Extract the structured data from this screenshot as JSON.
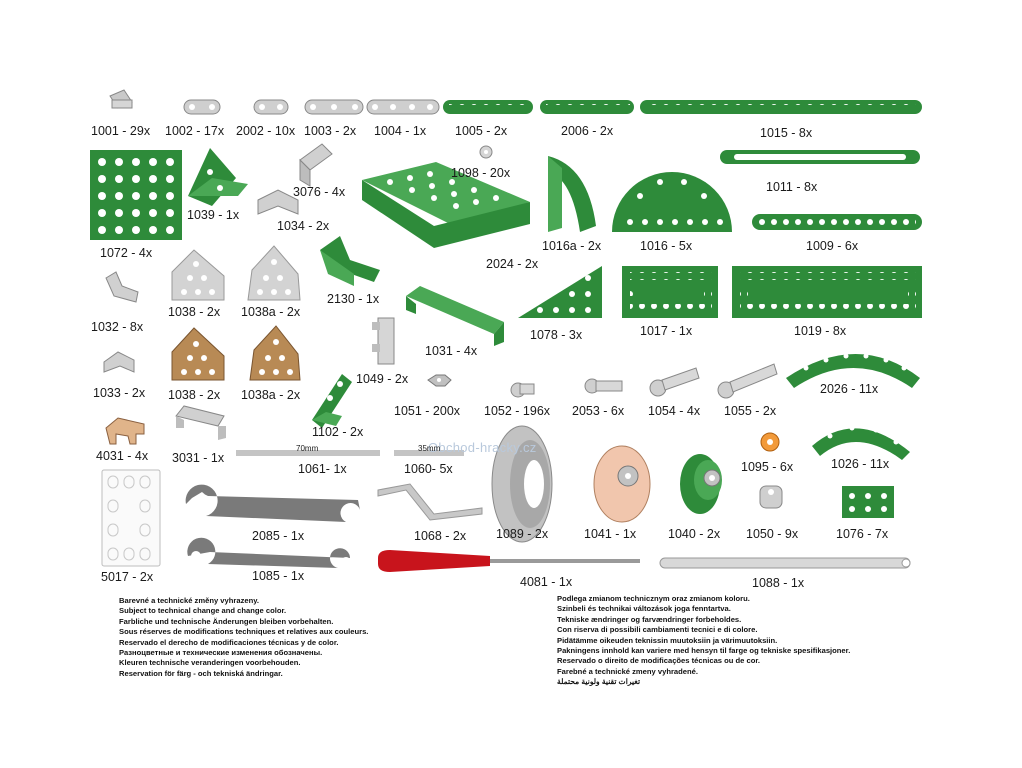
{
  "parts": [
    {
      "code": "1001 - 29x"
    },
    {
      "code": "1002 - 17x"
    },
    {
      "code": "2002 - 10x"
    },
    {
      "code": "1003 - 2x"
    },
    {
      "code": "1004 - 1x"
    },
    {
      "code": "1005 - 2x"
    },
    {
      "code": "2006 - 2x"
    },
    {
      "code": "1015 - 8x"
    },
    {
      "code": "1072 - 4x"
    },
    {
      "code": "1039 - 1x"
    },
    {
      "code": "3076 - 4x"
    },
    {
      "code": "1034 - 2x"
    },
    {
      "code": "1098 - 20x"
    },
    {
      "code": "2024 - 2x"
    },
    {
      "code": "1016a - 2x"
    },
    {
      "code": "1016 - 5x"
    },
    {
      "code": "1011 - 8x"
    },
    {
      "code": "1009 - 6x"
    },
    {
      "code": "1038 - 2x"
    },
    {
      "code": "1038a - 2x"
    },
    {
      "code": "2130 - 1x"
    },
    {
      "code": "1032 - 8x"
    },
    {
      "code": "1031 - 4x"
    },
    {
      "code": "1078 - 3x"
    },
    {
      "code": "1017 - 1x"
    },
    {
      "code": "1019 - 8x"
    },
    {
      "code": "1033 - 2x"
    },
    {
      "code": "1038 - 2x"
    },
    {
      "code": "1038a - 2x"
    },
    {
      "code": "1049 - 2x"
    },
    {
      "code": "2026 - 11x"
    },
    {
      "code": "1051 - 200x"
    },
    {
      "code": "1052 - 196x"
    },
    {
      "code": "2053 - 6x"
    },
    {
      "code": "1054 - 4x"
    },
    {
      "code": "1055 - 2x"
    },
    {
      "code": "4031 - 4x"
    },
    {
      "code": "3031 - 1x"
    },
    {
      "code": "1102 - 2x"
    },
    {
      "code": "1061- 1x"
    },
    {
      "code": "1060- 5x"
    },
    {
      "code": "1095 - 6x"
    },
    {
      "code": "1026 - 11x"
    },
    {
      "code": "2085 - 1x"
    },
    {
      "code": "1068 - 2x"
    },
    {
      "code": "1089 - 2x"
    },
    {
      "code": "1041 - 1x"
    },
    {
      "code": "1040 - 2x"
    },
    {
      "code": "1050 - 9x"
    },
    {
      "code": "1076 - 7x"
    },
    {
      "code": "5017 - 2x"
    },
    {
      "code": "1085 - 1x"
    },
    {
      "code": "4081 - 1x"
    },
    {
      "code": "1088 - 1x"
    }
  ],
  "axle_marks": {
    "long": "70mm",
    "short": "35mm"
  },
  "watermark": "Obchod-hracky.cz",
  "disclaimer_left": [
    "Barevné a technické změny vyhrazeny.",
    "Subject to technical change and change color.",
    "Farbliche und technische Änderungen bleiben vorbehalten.",
    "Sous réserves de modifications techniques et relatives aux couleurs.",
    "Reservado el derecho de modificaciones técnicas y de color.",
    "Разноцветные и технические изменения обозначены.",
    "Kleuren technische veranderingen voorbehouden.",
    "Reservation för färg  - och tekniská ändringar."
  ],
  "disclaimer_right": [
    "Podlega zmianom technicznym oraz zmianom koloru.",
    "Szinbeli és technikai változások joga fenntartva.",
    "Tekniske ændringer og farvændringer  forbeholdes.",
    "Con riserva di possibili cambiamenti tecnici e di colore.",
    "Pidätämme oikeuden teknissin muutoksiin ja värimuutoksiin.",
    "Pakningens innhold kan variere med hensyn til farge og tekniske spesifikasjoner.",
    "Reservado o direito de modificações técnicas ou de cor.",
    "Farebné a technické zmeny vyhradené.",
    "تغيرات تقنية ولونية محتملة"
  ],
  "colors": {
    "green": "#2e8b3a",
    "green_light": "#4aa855",
    "grey": "#c4c4c4",
    "tan": "#b88a55",
    "red": "#c8141c"
  }
}
